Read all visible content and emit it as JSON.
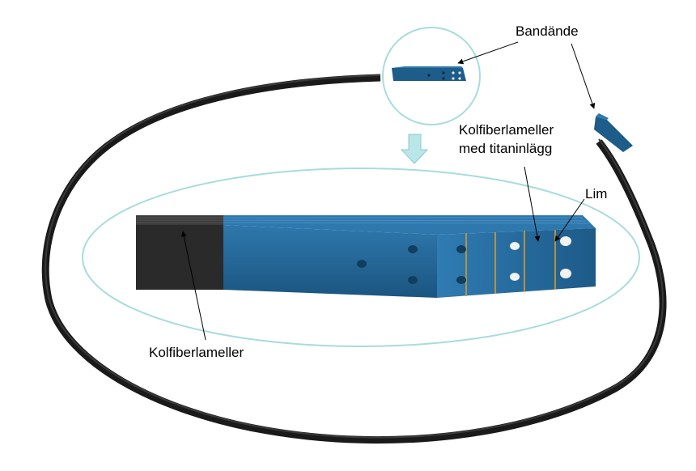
{
  "labels": {
    "band_end": "Bandände",
    "cf_titanium_line1": "Kolfiberlameller",
    "cf_titanium_line2": "med titaninlägg",
    "glue": "Lim",
    "cf_lamellae": "Kolfiberlameller"
  },
  "colors": {
    "band_black": "#1c1c1c",
    "laminate_blue": "#1e5c8a",
    "laminate_blue_light": "#2e78ad",
    "outline_cyan": "#a8dcdc",
    "arrow_cyan": "#b9e6e6",
    "glue_orange": "#d99a2b"
  },
  "icons": {
    "zoom_arrow": "down-arrow-icon"
  }
}
